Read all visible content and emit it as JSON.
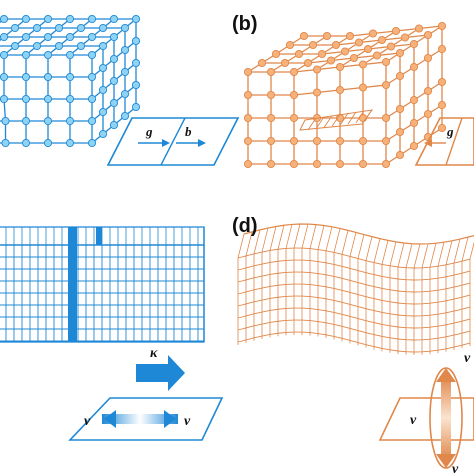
{
  "colors": {
    "blue": "#1e88d6",
    "blue_fill": "#8fd3f4",
    "orange": "#e0874a",
    "orange_fill": "#f6b27a",
    "text": "#111111"
  },
  "panels": {
    "a": {
      "label": "",
      "vector_g": "g",
      "vector_b": "b"
    },
    "b": {
      "label": "(b)",
      "vector_g": "g"
    },
    "c": {
      "label": "",
      "arrow_label": "κ",
      "left_symbol": "ν",
      "right_symbol": "ν"
    },
    "d": {
      "label": "(d)",
      "top_symbol": "ν",
      "left_symbol": "ν",
      "bottom_symbol": "ν"
    }
  }
}
